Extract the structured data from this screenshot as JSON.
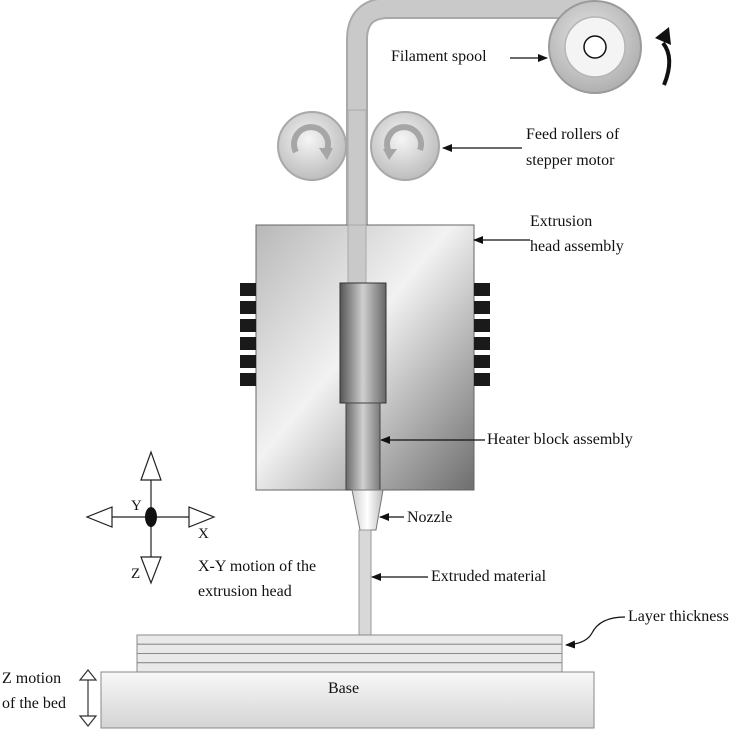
{
  "labels": {
    "filament_spool": "Filament spool",
    "feed_rollers_line1": "Feed rollers of",
    "feed_rollers_line2": "stepper motor",
    "extrusion_head_line1": "Extrusion",
    "extrusion_head_line2": "head assembly",
    "heater_block": "Heater block assembly",
    "nozzle": "Nozzle",
    "extruded_material": "Extruded material",
    "xy_motion_line1": "X-Y motion of the",
    "xy_motion_line2": "extrusion head",
    "layer_thickness": "Layer thickness",
    "base": "Base",
    "z_motion_line1": "Z motion",
    "z_motion_line2": "of the bed"
  },
  "axes": {
    "x": "X",
    "y": "Y",
    "z": "Z"
  },
  "diagram": {
    "layer_count": 4,
    "cooling_fin_count_per_side": 6
  }
}
